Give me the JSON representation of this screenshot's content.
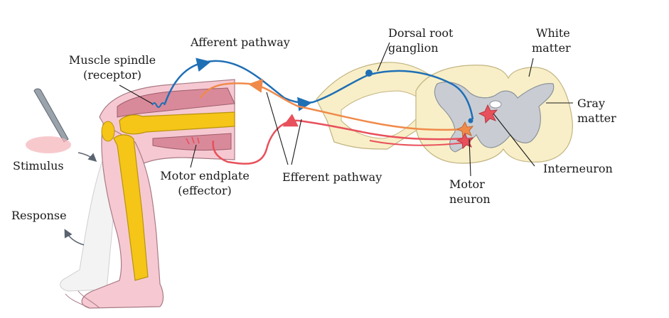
{
  "labels": {
    "afferent_pathway": "Afferent pathway",
    "dorsal_root_ganglion_line1": "Dorsal root",
    "dorsal_root_ganglion_line2": "ganglion",
    "white_matter_line1": "White",
    "white_matter_line2": "matter",
    "muscle_spindle_line1": "Muscle spindle",
    "muscle_spindle_line2": "(receptor)",
    "gray_matter_line1": "Gray",
    "gray_matter_line2": "matter",
    "stimulus": "Stimulus",
    "motor_endplate_line1": "Motor endplate",
    "motor_endplate_line2": "(effector)",
    "efferent_pathway": "Efferent pathway",
    "interneuron": "Interneuron",
    "motor_neuron_line1": "Motor",
    "motor_neuron_line2": "neuron",
    "response": "Response"
  },
  "colors": {
    "afferent": "#1f6fb5",
    "efferent_red": "#e8505b",
    "efferent_orange": "#f08a4a",
    "bone": "#f5c518",
    "skin": "#f6c9d2",
    "muscle": "#d98a9a",
    "cord_white_matter": "#f8efc8",
    "cord_gray_matter": "#c9cdd3"
  }
}
